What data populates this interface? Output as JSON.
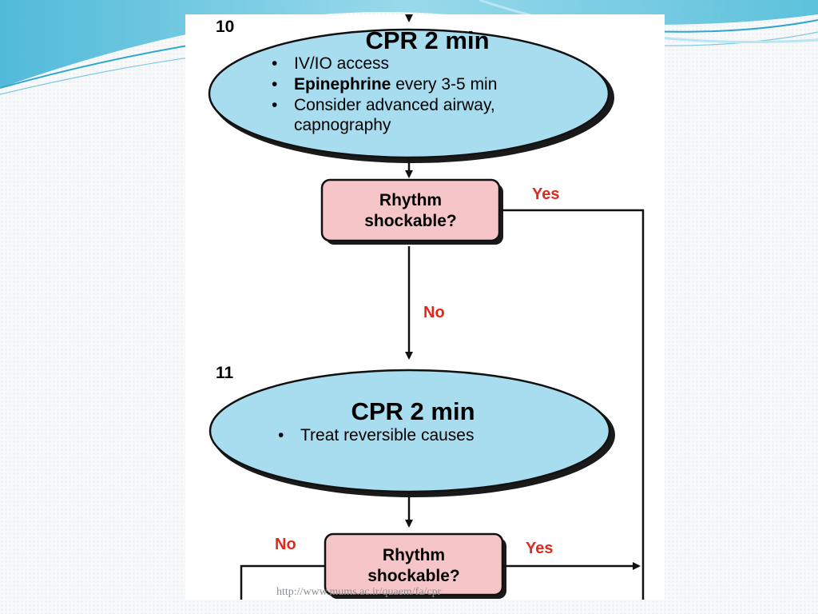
{
  "footer": {
    "url": "http://www.mums.ac.ir/quaem/fa/cpr"
  },
  "flowchart": {
    "step10": {
      "number": "10",
      "title": "CPR 2 min",
      "bullet1": "IV/IO access",
      "bullet2_bold": "Epinephrine",
      "bullet2_rest": " every 3-5 min",
      "bullet3_line1": "Consider advanced airway,",
      "bullet3_line2": "capnography"
    },
    "decision1": {
      "line1": "Rhythm",
      "line2": "shockable?",
      "yes": "Yes",
      "no": "No"
    },
    "step11": {
      "number": "11",
      "title": "CPR 2 min",
      "bullet1": "Treat reversible causes"
    },
    "decision2": {
      "line1": "Rhythm",
      "line2": "shockable?",
      "yes": "Yes",
      "no": "No"
    },
    "bullet_glyph": "•"
  },
  "colors": {
    "ellipse_fill": "#a8dcef",
    "decision_fill": "#f6c5c8",
    "label_red": "#e0281e",
    "stroke": "#111111",
    "theme_teal": "#5bc2dc"
  }
}
